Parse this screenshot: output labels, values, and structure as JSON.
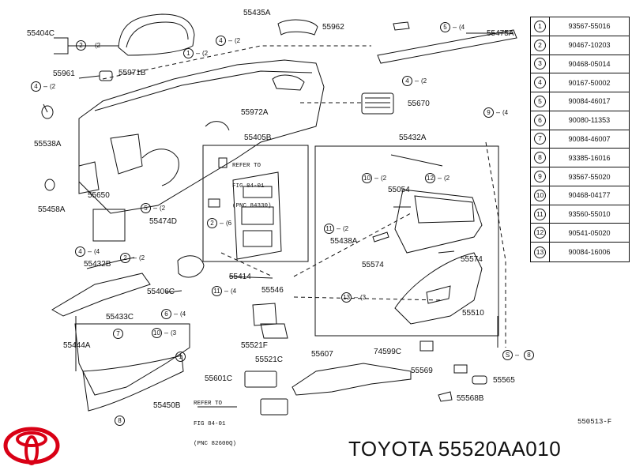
{
  "part_labels": [
    {
      "id": "55404C",
      "text": "55404C"
    },
    {
      "id": "55435A",
      "text": "55435A"
    },
    {
      "id": "55962",
      "text": "55962"
    },
    {
      "id": "55475A",
      "text": "55475A"
    },
    {
      "id": "55961",
      "text": "55961"
    },
    {
      "id": "55971B",
      "text": "55971B"
    },
    {
      "id": "55670",
      "text": "55670"
    },
    {
      "id": "55972A",
      "text": "55972A"
    },
    {
      "id": "55538A",
      "text": "55538A"
    },
    {
      "id": "55405B",
      "text": "55405B"
    },
    {
      "id": "55432A",
      "text": "55432A"
    },
    {
      "id": "55458A",
      "text": "55458A"
    },
    {
      "id": "55650",
      "text": "55650"
    },
    {
      "id": "55474D",
      "text": "55474D"
    },
    {
      "id": "55054",
      "text": "55054"
    },
    {
      "id": "55438A",
      "text": "55438A"
    },
    {
      "id": "55432B",
      "text": "55432B"
    },
    {
      "id": "55574a",
      "text": "55574"
    },
    {
      "id": "55574b",
      "text": "55574"
    },
    {
      "id": "55414",
      "text": "55414"
    },
    {
      "id": "55546",
      "text": "55546"
    },
    {
      "id": "55406C",
      "text": "55406C"
    },
    {
      "id": "55433C",
      "text": "55433C"
    },
    {
      "id": "55510",
      "text": "55510"
    },
    {
      "id": "55444A",
      "text": "55444A"
    },
    {
      "id": "55521F",
      "text": "55521F"
    },
    {
      "id": "55521C",
      "text": "55521C"
    },
    {
      "id": "74599C",
      "text": "74599C"
    },
    {
      "id": "55607",
      "text": "55607"
    },
    {
      "id": "55569",
      "text": "55569"
    },
    {
      "id": "55601C",
      "text": "55601C"
    },
    {
      "id": "55565",
      "text": "55565"
    },
    {
      "id": "55450B",
      "text": "55450B"
    },
    {
      "id": "55568B",
      "text": "55568B"
    }
  ],
  "callouts": [
    {
      "num": "2",
      "qty": "(2"
    },
    {
      "num": "4",
      "qty": "(2"
    },
    {
      "num": "1",
      "qty": "(2"
    },
    {
      "num": "5",
      "qty": "(4"
    },
    {
      "num": "4",
      "qty": "(2"
    },
    {
      "num": "4",
      "qty": "(2"
    },
    {
      "num": "9",
      "qty": "(4"
    },
    {
      "num": "10",
      "qty": "(2"
    },
    {
      "num": "12",
      "qty": "(2"
    },
    {
      "num": "5",
      "qty": "(2"
    },
    {
      "num": "2",
      "qty": "(6"
    },
    {
      "num": "11",
      "qty": "(2"
    },
    {
      "num": "4",
      "qty": "(4"
    },
    {
      "num": "2",
      "qty": "(2"
    },
    {
      "num": "13",
      "qty": "(3"
    },
    {
      "num": "11",
      "qty": "(4"
    },
    {
      "num": "6",
      "qty": "(4"
    },
    {
      "num": "10",
      "qty": "(3"
    },
    {
      "num": "7",
      "qty": ""
    },
    {
      "num": "8",
      "qty": ""
    },
    {
      "num": "8",
      "qty": ""
    },
    {
      "num": "1",
      "qty": ""
    }
  ],
  "s_marker": "S",
  "ref_notes": [
    {
      "line1": "REFER TO",
      "line2": "FIG 84-01",
      "line3": "(PNC 84330)"
    },
    {
      "line1": "REFER TO",
      "line2": "FIG 84-01",
      "line3": "(PNC 82600Q)"
    }
  ],
  "legend": [
    {
      "num": "1",
      "part": "93567-55016"
    },
    {
      "num": "2",
      "part": "90467-10203"
    },
    {
      "num": "3",
      "part": "90468-05014"
    },
    {
      "num": "4",
      "part": "90167-50002"
    },
    {
      "num": "5",
      "part": "90084-46017"
    },
    {
      "num": "6",
      "part": "90080-11353"
    },
    {
      "num": "7",
      "part": "90084-46007"
    },
    {
      "num": "8",
      "part": "93385-16016"
    },
    {
      "num": "9",
      "part": "93567-55020"
    },
    {
      "num": "10",
      "part": "90468-04177"
    },
    {
      "num": "11",
      "part": "93560-55010"
    },
    {
      "num": "12",
      "part": "90541-05020"
    },
    {
      "num": "13",
      "part": "90084-16006"
    }
  ],
  "catalog_code": "550513-F",
  "brand": "TOYOTA",
  "part_number": "55520AA010",
  "colors": {
    "ink": "#111111",
    "logo": "#d90015",
    "background": "#ffffff"
  }
}
